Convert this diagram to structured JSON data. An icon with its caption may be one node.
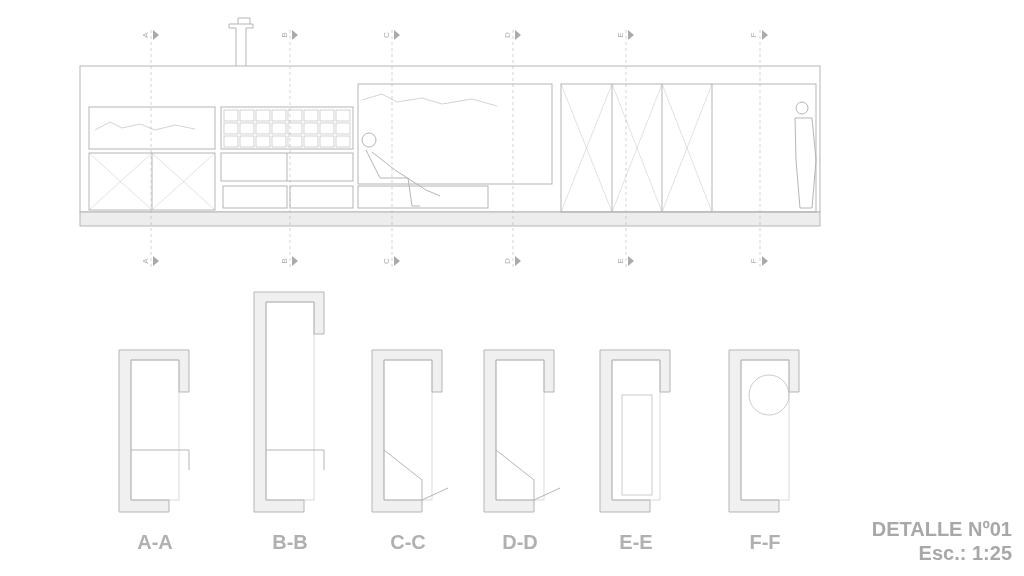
{
  "diagram": {
    "title": "DETALLE Nº01",
    "labels": [
      "A",
      "B",
      "C",
      "D",
      "E",
      "F",
      "A",
      "B",
      "C",
      "D",
      "E",
      "F",
      "A-A",
      "B-B",
      "C-C",
      "D-D",
      "E-E",
      "F-F",
      "Esc.: 1:25"
    ]
  }
}
